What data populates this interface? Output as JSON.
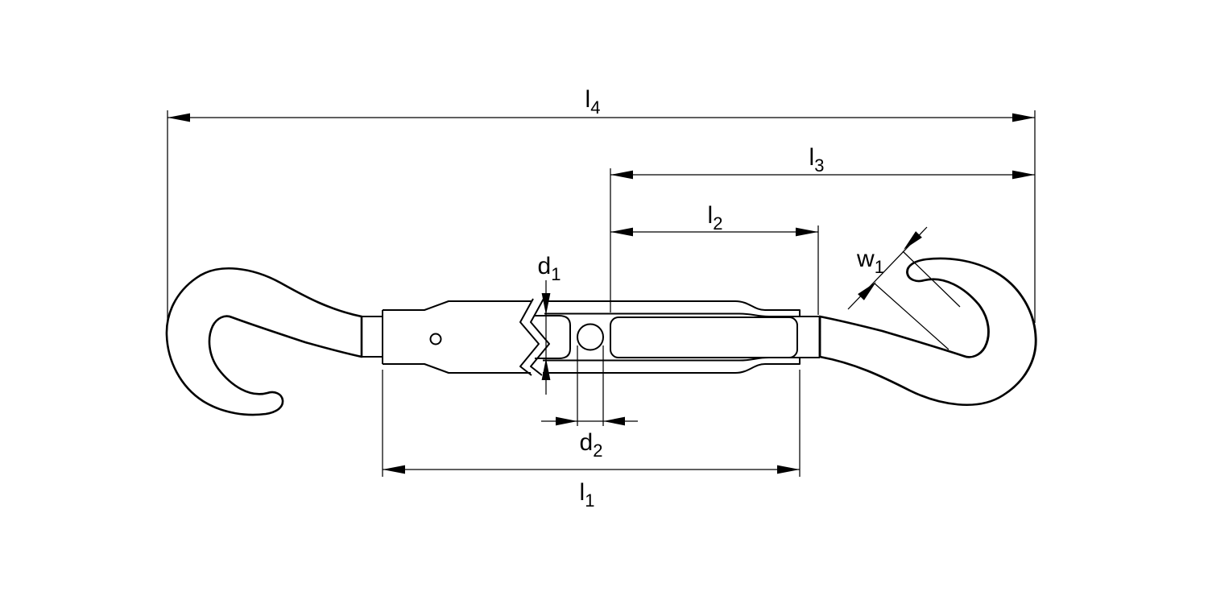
{
  "drawing": {
    "kind": "technical-line-drawing",
    "subject": "turnbuckle-with-two-hooks",
    "background_color": "#ffffff",
    "line_color": "#000000",
    "labels": {
      "l4": {
        "main": "l",
        "sub": "4"
      },
      "l3": {
        "main": "l",
        "sub": "3"
      },
      "l2": {
        "main": "l",
        "sub": "2"
      },
      "l1": {
        "main": "l",
        "sub": "1"
      },
      "d1": {
        "main": "d",
        "sub": "1"
      },
      "d2": {
        "main": "d",
        "sub": "2"
      },
      "w1": {
        "main": "w",
        "sub": "1"
      }
    }
  }
}
